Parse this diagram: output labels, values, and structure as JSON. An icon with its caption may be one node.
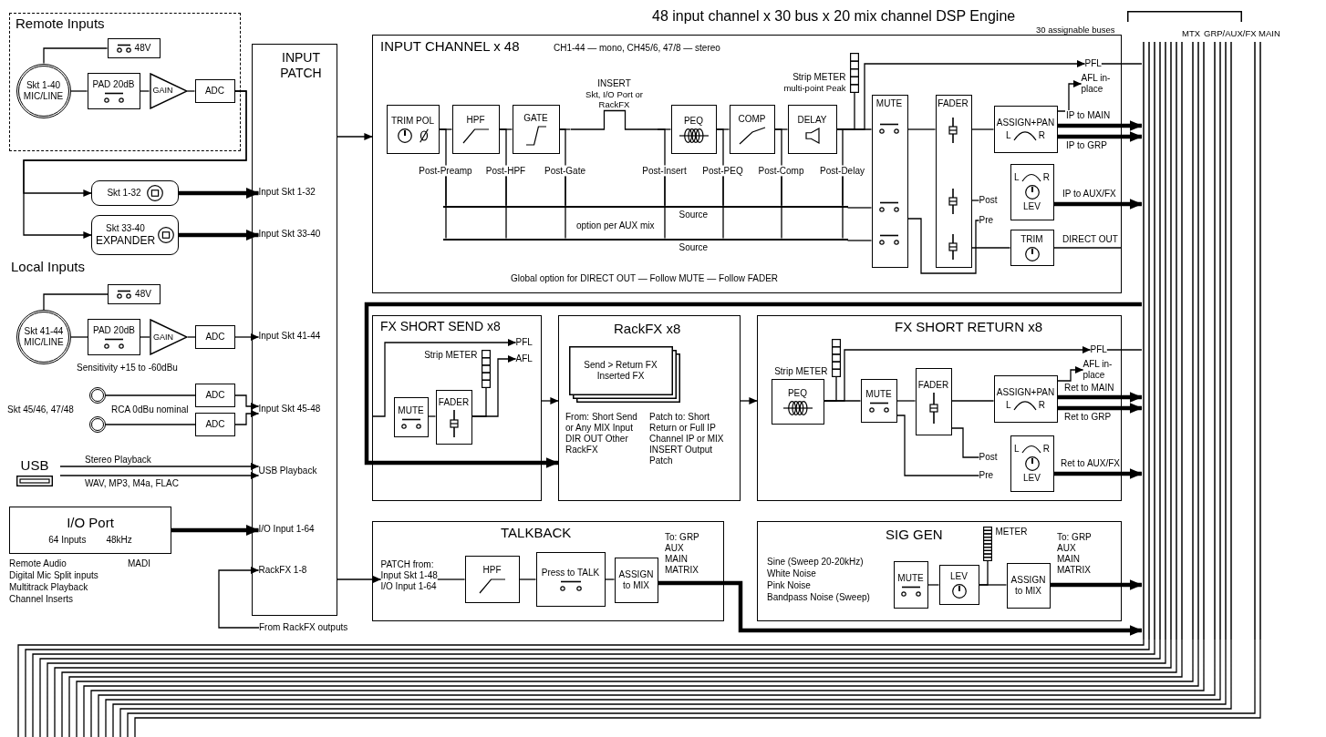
{
  "diagram": {
    "title": "48 input channel x 30 bus x 20 mix channel DSP Engine",
    "nodes": [
      {
        "text": [
          "Remote Inputs"
        ]
      },
      {
        "text": [
          "Skt 1-40 MIC/LINE"
        ],
        "in": 0
      },
      {
        "text": [
          "48V"
        ],
        "in": 0
      },
      {
        "text": [
          "PAD 20dB"
        ],
        "in": 0
      },
      {
        "text": [
          "GAIN"
        ],
        "in": 0
      },
      {
        "text": [
          "ADC"
        ],
        "in": 0
      },
      {
        "text": [
          "Skt 1-32"
        ]
      },
      {
        "text": [
          "Skt 33-40",
          "EXPANDER"
        ]
      },
      {
        "text": [
          "Skt 41-44 MIC/LINE"
        ]
      },
      {
        "text": [
          "48V"
        ]
      },
      {
        "text": [
          "PAD 20dB"
        ],
        "beside": [
          "Sensitivity +15 to -60dBu"
        ]
      },
      {
        "text": [
          "GAIN"
        ]
      },
      {
        "text": [
          "ADC"
        ]
      },
      {
        "text": [],
        "shape": "circle"
      },
      {
        "text": [],
        "shape": "circle"
      },
      {
        "text": [
          "ADC"
        ]
      },
      {
        "text": [
          "ADC"
        ]
      },
      {
        "text": [
          "USB"
        ]
      },
      {
        "text": [
          "I/O Port",
          "64 Inputs",
          "48kHz"
        ],
        "beside": [
          "Remote Audio",
          "Digital Mic Split inputs",
          "Multitrack Playback",
          "Channel Inserts",
          "MADI"
        ]
      },
      {
        "text": [
          "INPUT PATCH"
        ]
      },
      {
        "text": [
          "Input Skt 1-32"
        ],
        "in": 19
      },
      {
        "text": [
          "Input Skt 33-40"
        ],
        "in": 19
      },
      {
        "text": [
          "Input Skt 41-44"
        ],
        "in": 19
      },
      {
        "text": [
          "Input Skt 45-48"
        ],
        "in": 19
      },
      {
        "text": [
          "USB Playback"
        ],
        "in": 19
      },
      {
        "text": [
          "I/O Input 1-64"
        ],
        "in": 19
      },
      {
        "text": [
          "RackFX 1-8"
        ],
        "in": 19
      },
      {
        "text": [
          "From RackFX outputs"
        ]
      },
      {
        "text": [
          "INPUT CHANNEL x 48",
          "CH1-44 — mono, CH45/6, 47/8 — stereo"
        ]
      },
      {
        "text": [
          "TRIM POL"
        ],
        "in": 28
      },
      {
        "text": [
          "HPF"
        ],
        "in": 28
      },
      {
        "text": [
          "GATE"
        ],
        "in": 28
      },
      {
        "text": [
          "INSERT",
          "Skt, I/O Port or RackFX"
        ],
        "in": 28
      },
      {
        "text": [
          "PEQ"
        ],
        "in": 28
      },
      {
        "text": [
          "COMP"
        ],
        "in": 28
      },
      {
        "text": [
          "DELAY"
        ],
        "in": 28
      },
      {
        "text": [
          "Strip METER",
          "multi-point Peak"
        ],
        "in": 28
      },
      {
        "text": [
          "MUTE"
        ],
        "in": 28
      },
      {
        "text": [
          "FADER"
        ],
        "in": 28
      },
      {
        "text": [
          "ASSIGN+PAN",
          "L",
          "R"
        ],
        "in": 28
      },
      {
        "text": [
          "LEV",
          "L",
          "R"
        ],
        "in": 28
      },
      {
        "text": [
          "TRIM"
        ],
        "in": 28
      },
      {
        "text": [
          "PFL"
        ],
        "in": 28
      },
      {
        "text": [
          "AFL in-place"
        ],
        "in": 28
      },
      {
        "text": [
          "Post-Preamp"
        ],
        "in": 28
      },
      {
        "text": [
          "Post-HPF"
        ],
        "in": 28
      },
      {
        "text": [
          "Post-Gate"
        ],
        "in": 28
      },
      {
        "text": [
          "Post-Insert"
        ],
        "in": 28
      },
      {
        "text": [
          "Post-PEQ"
        ],
        "in": 28
      },
      {
        "text": [
          "Post-Comp"
        ],
        "in": 28
      },
      {
        "text": [
          "Post-Delay"
        ],
        "in": 28
      },
      {
        "text": [
          "Source"
        ],
        "beside": [
          "option per AUX mix"
        ],
        "in": 28
      },
      {
        "text": [
          "Source"
        ],
        "beside": [
          "Global option for DIRECT OUT — Follow MUTE — Follow FADER"
        ],
        "in": 28
      },
      {
        "text": [
          "Post"
        ],
        "in": 28
      },
      {
        "text": [
          "Pre"
        ],
        "in": 28
      },
      {
        "text": [
          "FX SHORT SEND x8"
        ]
      },
      {
        "text": [
          "PFL"
        ],
        "in": 55
      },
      {
        "text": [
          "Strip METER"
        ],
        "in": 55
      },
      {
        "text": [
          "AFL"
        ],
        "in": 55
      },
      {
        "text": [
          "MUTE"
        ],
        "in": 55
      },
      {
        "text": [
          "FADER"
        ],
        "in": 55
      },
      {
        "text": [
          "RackFX x8"
        ]
      },
      {
        "text": [
          "Send > Return FX Inserted FX"
        ],
        "in": 61,
        "beside": [
          "From: Short Send or Any MIX Input DIR OUT Other RackFX",
          "Patch to: Short Return or Full IP Channel IP or MIX INSERT Output Patch"
        ]
      },
      {
        "text": [
          "FX SHORT RETURN x8"
        ]
      },
      {
        "text": [
          "Strip METER"
        ],
        "in": 63
      },
      {
        "text": [
          "PEQ"
        ],
        "in": 63
      },
      {
        "text": [
          "MUTE"
        ],
        "in": 63
      },
      {
        "text": [
          "FADER"
        ],
        "in": 63
      },
      {
        "text": [
          "ASSIGN+PAN",
          "L",
          "R"
        ],
        "in": 63
      },
      {
        "text": [
          "PFL"
        ],
        "in": 63
      },
      {
        "text": [
          "AFL in-place"
        ],
        "in": 63
      },
      {
        "text": [
          "LEV",
          "L",
          "R"
        ],
        "in": 63
      },
      {
        "text": [
          "Post"
        ],
        "in": 63
      },
      {
        "text": [
          "Pre"
        ],
        "in": 63
      },
      {
        "text": [
          "TALKBACK"
        ]
      },
      {
        "text": [
          "PATCH from:",
          "Input Skt 1-48",
          "I/O Input 1-64"
        ],
        "in": 74
      },
      {
        "text": [
          "HPF"
        ],
        "in": 74
      },
      {
        "text": [
          "Press to TALK"
        ],
        "in": 74
      },
      {
        "text": [
          "ASSIGN to MIX"
        ],
        "in": 74
      },
      {
        "text": [
          "SIG GEN",
          "Sine (Sweep 20-20kHz)",
          "White Noise",
          "Pink Noise",
          "Bandpass Noise (Sweep)"
        ]
      },
      {
        "text": [
          "MUTE"
        ],
        "in": 79
      },
      {
        "text": [
          "LEV"
        ],
        "in": 79
      },
      {
        "text": [
          "METER"
        ],
        "in": 79
      },
      {
        "text": [
          "ASSIGN to MIX"
        ],
        "in": 79
      },
      {
        "text": [],
        "shape": "bar",
        "beside": [
          "30 assignable buses",
          "MTX",
          "GRP/AUX/FX",
          "MAIN"
        ]
      }
    ],
    "edges": [
      {
        "from": 1,
        "to": 2,
        "arrow": "none"
      },
      {
        "from": 1,
        "to": 3,
        "arrow": "none"
      },
      {
        "from": 3,
        "to": 4,
        "arrow": "none"
      },
      {
        "from": 4,
        "to": 5,
        "arrow": "none"
      },
      {
        "from": 5,
        "to": 6,
        "arrow": "to"
      },
      {
        "from": 5,
        "to": 7,
        "arrow": "to"
      },
      {
        "from": 6,
        "to": 20,
        "arrow": "to",
        "style": "thick"
      },
      {
        "from": 7,
        "to": 21,
        "arrow": "to",
        "style": "thick"
      },
      {
        "from": 8,
        "to": 9,
        "arrow": "none"
      },
      {
        "from": 8,
        "to": 10,
        "arrow": "none"
      },
      {
        "from": 10,
        "to": 11,
        "arrow": "none"
      },
      {
        "from": 11,
        "to": 12,
        "arrow": "none"
      },
      {
        "from": 12,
        "to": 22,
        "arrow": "to"
      },
      {
        "from": 13,
        "to": 15,
        "arrow": "none"
      },
      {
        "from": 14,
        "to": 16,
        "arrow": "none"
      },
      {
        "from": 15,
        "to": 23,
        "arrow": "to"
      },
      {
        "from": 16,
        "to": 23,
        "arrow": "to"
      },
      {
        "from": 17,
        "to": 24,
        "arrow": "to",
        "label": "Stereo Playback"
      },
      {
        "from": 17,
        "to": 24,
        "arrow": "to",
        "label": "WAV, MP3, M4a, FLAC"
      },
      {
        "from": 18,
        "to": 25,
        "arrow": "to",
        "style": "thick"
      },
      {
        "from": 27,
        "to": 26,
        "arrow": "to"
      },
      {
        "from": 19,
        "to": 28,
        "arrow": "to"
      },
      {
        "from": 19,
        "to": 75,
        "arrow": "to"
      },
      {
        "from": 29,
        "to": 30,
        "arrow": "none"
      },
      {
        "from": 30,
        "to": 31,
        "arrow": "none"
      },
      {
        "from": 31,
        "to": 32,
        "arrow": "none"
      },
      {
        "from": 32,
        "to": 33,
        "arrow": "none"
      },
      {
        "from": 33,
        "to": 34,
        "arrow": "none"
      },
      {
        "from": 34,
        "to": 35,
        "arrow": "none"
      },
      {
        "from": 35,
        "to": 36,
        "arrow": "none"
      },
      {
        "from": 35,
        "to": 37,
        "arrow": "none"
      },
      {
        "from": 35,
        "to": 42,
        "arrow": "to"
      },
      {
        "from": 37,
        "to": 38,
        "arrow": "none"
      },
      {
        "from": 38,
        "to": 39,
        "arrow": "none"
      },
      {
        "from": 39,
        "to": 43,
        "arrow": "to"
      },
      {
        "from": 39,
        "to": 84,
        "arrow": "to",
        "style": "thick",
        "label": "IP to MAIN"
      },
      {
        "from": 39,
        "to": 84,
        "arrow": "to",
        "style": "thick",
        "label": "IP to GRP"
      },
      {
        "from": 42,
        "to": 84,
        "arrow": "none"
      },
      {
        "from": 29,
        "to": 44,
        "arrow": "none"
      },
      {
        "from": 30,
        "to": 45,
        "arrow": "none"
      },
      {
        "from": 31,
        "to": 46,
        "arrow": "none"
      },
      {
        "from": 32,
        "to": 47,
        "arrow": "none"
      },
      {
        "from": 33,
        "to": 48,
        "arrow": "none"
      },
      {
        "from": 34,
        "to": 49,
        "arrow": "none"
      },
      {
        "from": 35,
        "to": 50,
        "arrow": "none"
      },
      {
        "from": 44,
        "to": 51,
        "arrow": "none"
      },
      {
        "from": 45,
        "to": 51,
        "arrow": "none"
      },
      {
        "from": 46,
        "to": 51,
        "arrow": "none"
      },
      {
        "from": 47,
        "to": 51,
        "arrow": "none"
      },
      {
        "from": 48,
        "to": 51,
        "arrow": "none"
      },
      {
        "from": 49,
        "to": 51,
        "arrow": "none"
      },
      {
        "from": 50,
        "to": 51,
        "arrow": "none"
      },
      {
        "from": 44,
        "to": 52,
        "arrow": "none"
      },
      {
        "from": 45,
        "to": 52,
        "arrow": "none"
      },
      {
        "from": 46,
        "to": 52,
        "arrow": "none"
      },
      {
        "from": 47,
        "to": 52,
        "arrow": "none"
      },
      {
        "from": 48,
        "to": 52,
        "arrow": "none"
      },
      {
        "from": 49,
        "to": 52,
        "arrow": "none"
      },
      {
        "from": 50,
        "to": 52,
        "arrow": "none"
      },
      {
        "from": 51,
        "to": 37,
        "arrow": "none"
      },
      {
        "from": 52,
        "to": 37,
        "arrow": "none"
      },
      {
        "from": 37,
        "to": 54,
        "arrow": "none"
      },
      {
        "from": 38,
        "to": 53,
        "arrow": "none"
      },
      {
        "from": 40,
        "to": 84,
        "arrow": "to",
        "style": "thick",
        "label": "IP to AUX/FX"
      },
      {
        "from": 38,
        "to": 41,
        "arrow": "none"
      },
      {
        "from": 41,
        "to": null,
        "arrow": "none",
        "label": "DIRECT OUT"
      },
      {
        "from": null,
        "to": 56,
        "arrow": "to"
      },
      {
        "from": 59,
        "to": 60,
        "arrow": "none"
      },
      {
        "from": 60,
        "to": 57,
        "arrow": "none"
      },
      {
        "from": 60,
        "to": 58,
        "arrow": "to"
      },
      {
        "from": 55,
        "to": 61,
        "arrow": "to"
      },
      {
        "from": 61,
        "to": 63,
        "arrow": "to"
      },
      {
        "from": 65,
        "to": 64,
        "arrow": "none"
      },
      {
        "from": 65,
        "to": 66,
        "arrow": "none"
      },
      {
        "from": 65,
        "to": 69,
        "arrow": "to"
      },
      {
        "from": 66,
        "to": 67,
        "arrow": "none"
      },
      {
        "from": 67,
        "to": 68,
        "arrow": "none"
      },
      {
        "from": 68,
        "to": 70,
        "arrow": "to"
      },
      {
        "from": 68,
        "to": 84,
        "arrow": "to",
        "style": "thick",
        "label": "Ret to MAIN"
      },
      {
        "from": 68,
        "to": 84,
        "arrow": "to",
        "style": "thick",
        "label": "Ret to GRP"
      },
      {
        "from": 69,
        "to": 84,
        "arrow": "none"
      },
      {
        "from": 67,
        "to": 72,
        "arrow": "none"
      },
      {
        "from": 66,
        "to": 73,
        "arrow": "none"
      },
      {
        "from": 71,
        "to": 84,
        "arrow": "to",
        "style": "thick",
        "label": "Ret to AUX/FX"
      },
      {
        "from": 75,
        "to": 76,
        "arrow": "none"
      },
      {
        "from": 76,
        "to": 77,
        "arrow": "none"
      },
      {
        "from": 77,
        "to": 78,
        "arrow": "none"
      },
      {
        "from": 78,
        "to": 84,
        "arrow": "to",
        "style": "thick",
        "label": "To: GRP AUX MAIN MATRIX"
      },
      {
        "from": 80,
        "to": 81,
        "arrow": "none"
      },
      {
        "from": 81,
        "to": 82,
        "arrow": "none"
      },
      {
        "from": 81,
        "to": 83,
        "arrow": "none"
      },
      {
        "from": 83,
        "to": 84,
        "arrow": "to",
        "style": "thick",
        "label": "To: GRP AUX MAIN MATRIX"
      },
      {
        "from": 84,
        "to": 61,
        "arrow": "to",
        "style": "thick"
      },
      {
        "from": 84,
        "to": null,
        "arrow": "none"
      }
    ],
    "labels": [
      "Local Inputs",
      "Skt 45/46, 47/48",
      "RCA 0dBu nominal"
    ]
  }
}
